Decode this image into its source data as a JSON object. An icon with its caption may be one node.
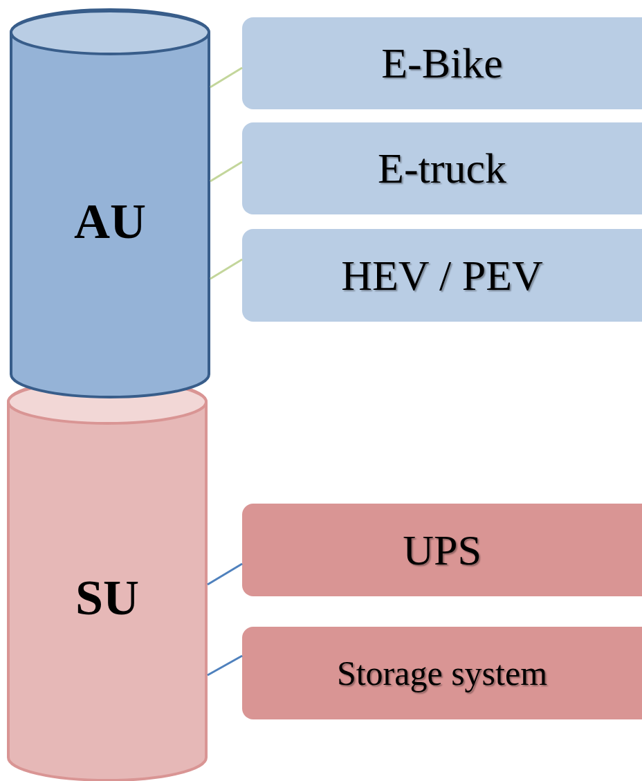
{
  "diagram": {
    "nodes": [
      {
        "text": [
          "AU"
        ]
      },
      {
        "text": [
          "E-Bike"
        ]
      },
      {
        "text": [
          "E-truck"
        ]
      },
      {
        "text": [
          "HEV / PEV"
        ]
      },
      {
        "text": [
          "SU"
        ]
      },
      {
        "text": [
          "UPS"
        ]
      },
      {
        "text": [
          "Storage system"
        ]
      }
    ],
    "edges": [
      {
        "from": 0,
        "to": 1,
        "arrow": "none"
      },
      {
        "from": 0,
        "to": 2,
        "arrow": "none"
      },
      {
        "from": 0,
        "to": 3,
        "arrow": "none"
      },
      {
        "from": 4,
        "to": 5,
        "arrow": "none",
        "color": "#4f81bd"
      },
      {
        "from": 4,
        "to": 6,
        "arrow": "none",
        "color": "#4f81bd"
      }
    ]
  }
}
